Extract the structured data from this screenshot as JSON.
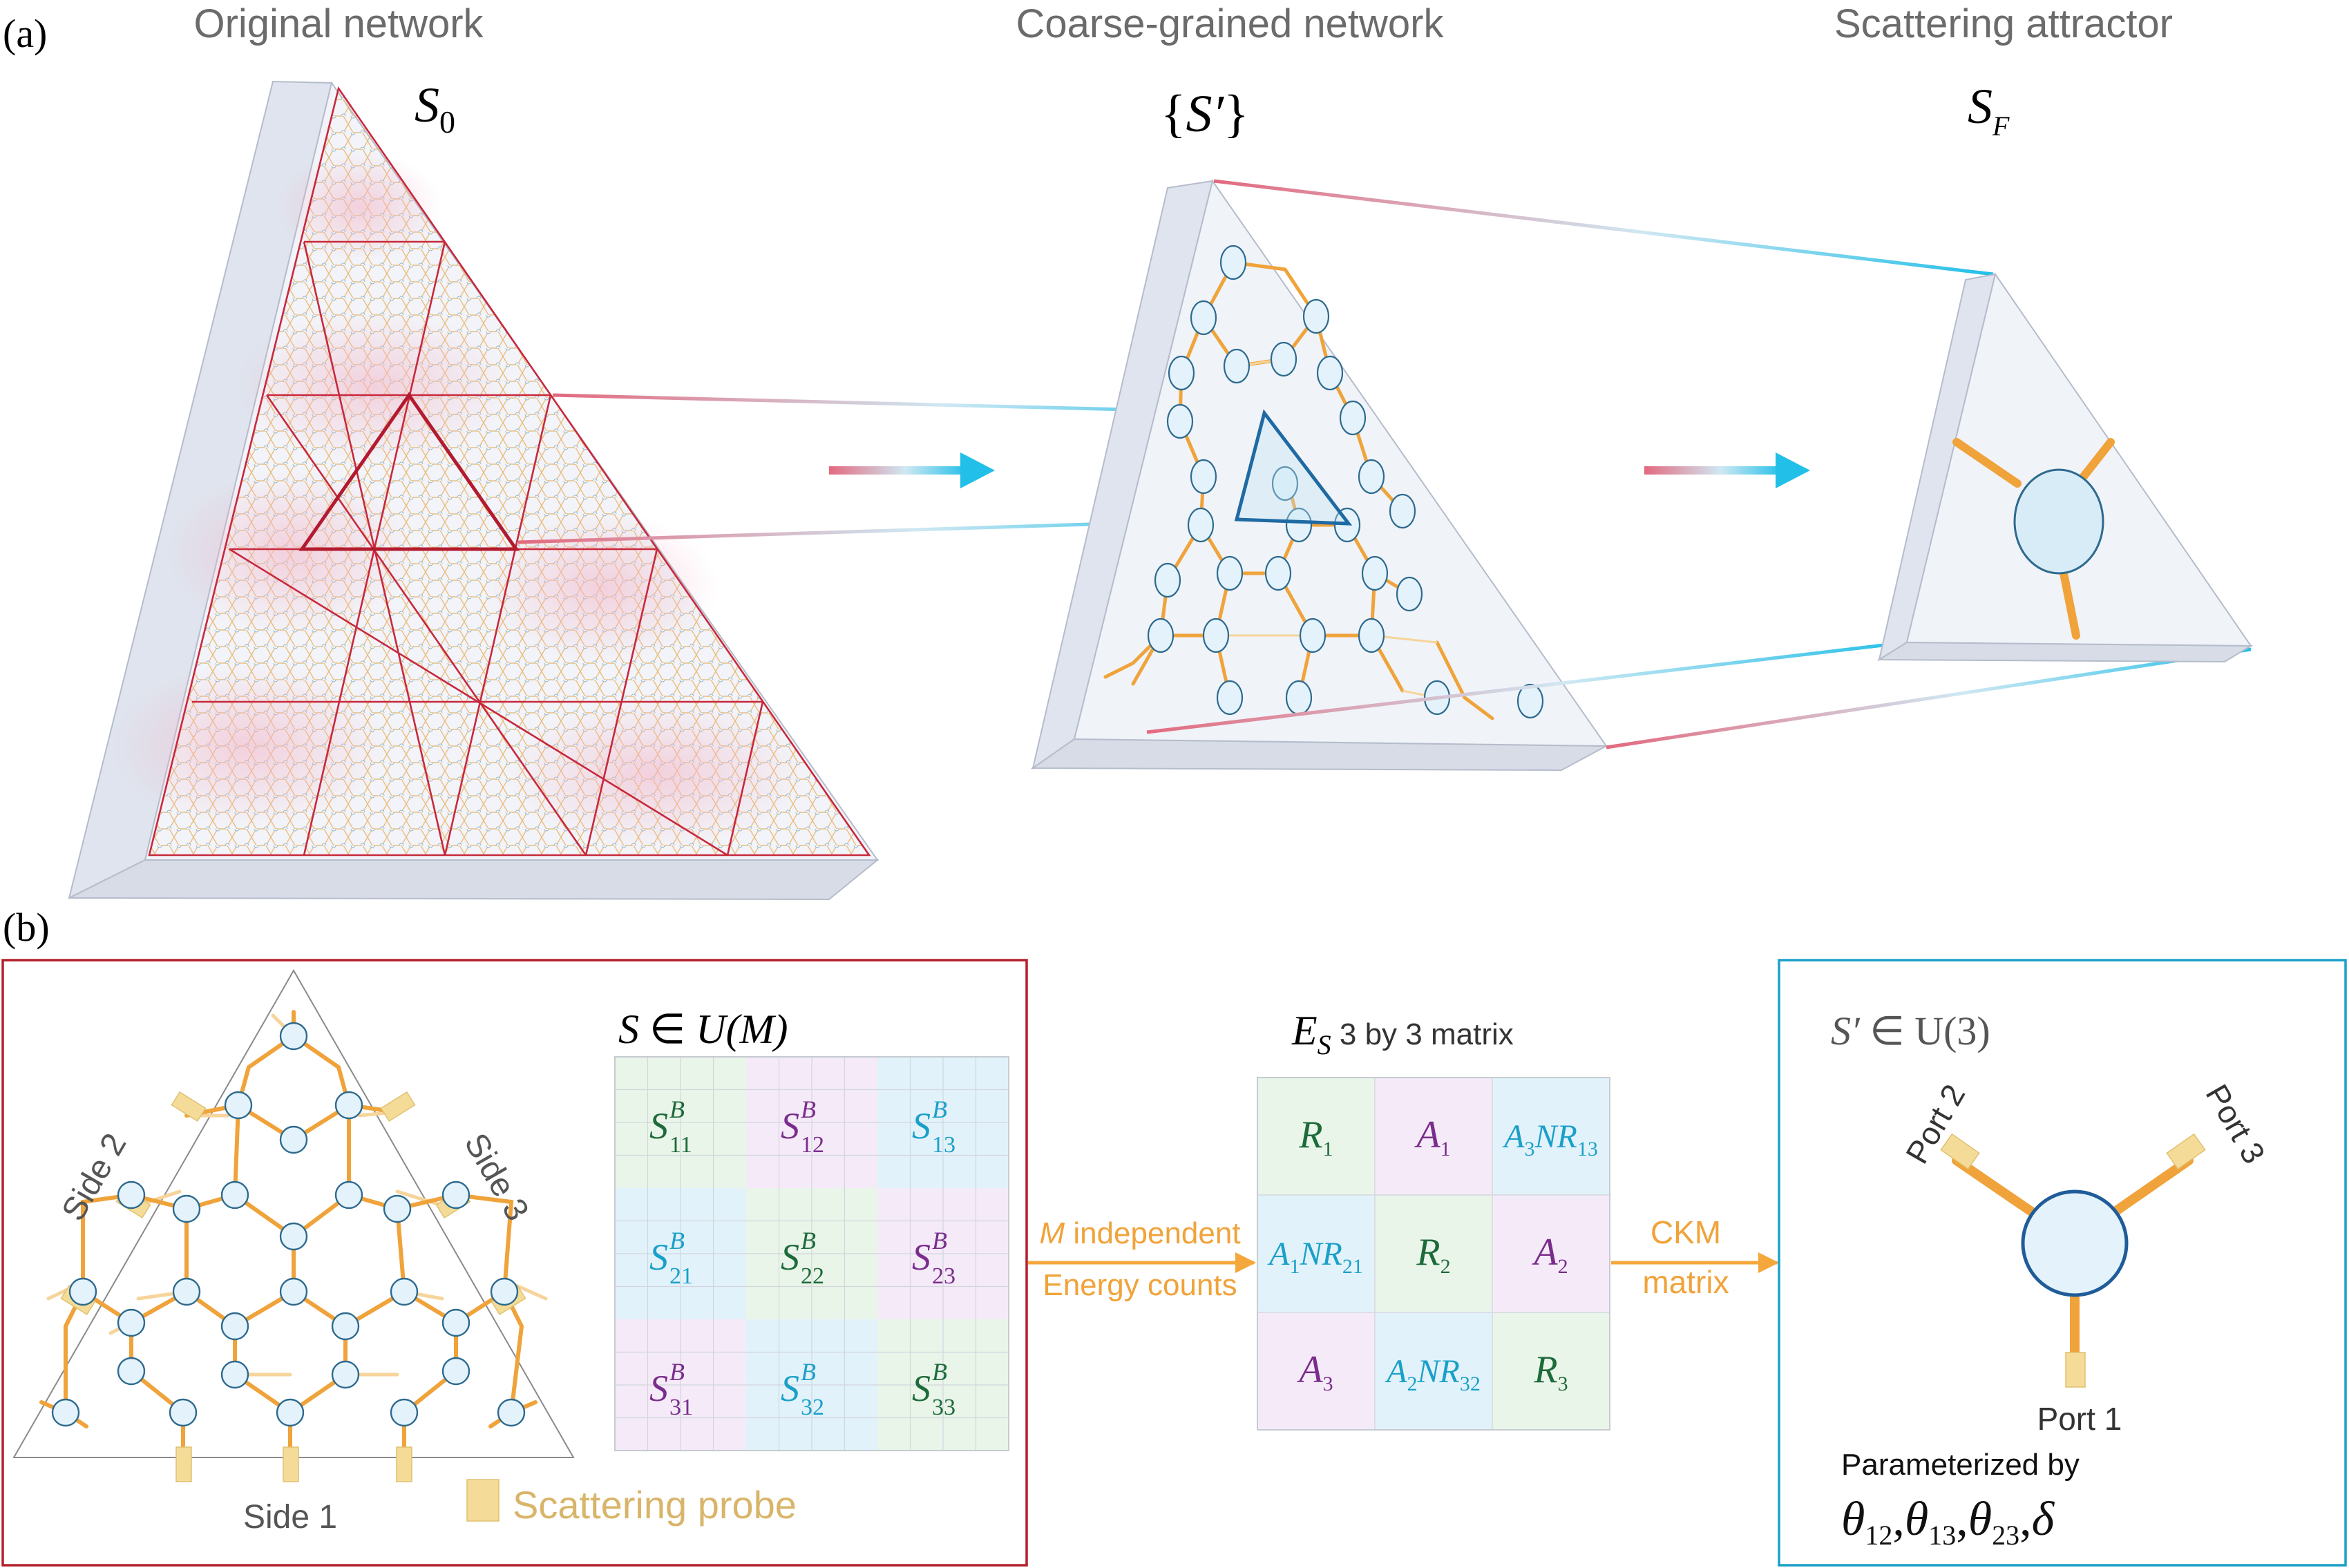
{
  "panel_a": {
    "label": "(a)",
    "titles": [
      "Original network",
      "Coarse-grained network",
      "Scattering attractor"
    ],
    "s0": {
      "main": "S",
      "sub": "0"
    },
    "s_prime": {
      "open": "{",
      "main": "S′",
      "close": "}"
    },
    "sf": {
      "main": "S",
      "sub": "F"
    }
  },
  "panel_b": {
    "label": "(b)",
    "sides": [
      "Side 1",
      "Side 2",
      "Side 3"
    ],
    "probe_label": "Scattering probe",
    "s_matrix_title": {
      "lhs": "S",
      "rel": " ∈ ",
      "rhs": "U(M)"
    },
    "s_blocks": [
      {
        "sup": "B",
        "sub": "11",
        "color": "#1d6b3a"
      },
      {
        "sup": "B",
        "sub": "12",
        "color": "#7a2d8c"
      },
      {
        "sup": "B",
        "sub": "13",
        "color": "#1aa0c8"
      },
      {
        "sup": "B",
        "sub": "21",
        "color": "#1aa0c8"
      },
      {
        "sup": "B",
        "sub": "22",
        "color": "#1d6b3a"
      },
      {
        "sup": "B",
        "sub": "23",
        "color": "#7a2d8c"
      },
      {
        "sup": "B",
        "sub": "31",
        "color": "#7a2d8c"
      },
      {
        "sup": "B",
        "sub": "32",
        "color": "#1aa0c8"
      },
      {
        "sup": "B",
        "sub": "33",
        "color": "#1d6b3a"
      }
    ],
    "arrow1": {
      "line1_italic": "M",
      "line1_rest": " independent",
      "line2": "Energy counts"
    },
    "es_title": {
      "main": "E",
      "sub": "S",
      "rest": " 3 by 3 matrix"
    },
    "es_cells": [
      {
        "a": "R",
        "as": "1",
        "b": "",
        "bs": "",
        "color": "#1d6b3a"
      },
      {
        "a": "A",
        "as": "1",
        "b": "",
        "bs": "",
        "color": "#7a2d8c"
      },
      {
        "a": "A",
        "as": "3",
        "b": "NR",
        "bs": "13",
        "color": "#1aa0c8"
      },
      {
        "a": "A",
        "as": "1",
        "b": "NR",
        "bs": "21",
        "color": "#1aa0c8"
      },
      {
        "a": "R",
        "as": "2",
        "b": "",
        "bs": "",
        "color": "#1d6b3a"
      },
      {
        "a": "A",
        "as": "2",
        "b": "",
        "bs": "",
        "color": "#7a2d8c"
      },
      {
        "a": "A",
        "as": "3",
        "b": "",
        "bs": "",
        "color": "#7a2d8c"
      },
      {
        "a": "A",
        "as": "2",
        "b": "NR",
        "bs": "32",
        "color": "#1aa0c8"
      },
      {
        "a": "R",
        "as": "3",
        "b": "",
        "bs": "",
        "color": "#1d6b3a"
      }
    ],
    "arrow2": {
      "line1": "CKM",
      "line2": "matrix"
    },
    "s3_title": {
      "lhs": "S′",
      "rel": " ∈ ",
      "rhs": "U(3)"
    },
    "ports": [
      "Port 1",
      "Port 2",
      "Port 3"
    ],
    "param_label": "Parameterized by",
    "params": [
      {
        "sym": "θ",
        "sub": "12"
      },
      {
        "sym": "θ",
        "sub": "13"
      },
      {
        "sym": "θ",
        "sub": "23"
      },
      {
        "sym": "δ",
        "sub": ""
      }
    ]
  },
  "colors": {
    "orange": "#f0a33a",
    "orange_light": "#f6d49a",
    "node_fill": "#e4f3fb",
    "node_stroke": "#2e6a8e",
    "red_frame": "#b3202c",
    "blue_frame": "#1aa0c8",
    "probe": "#f4dc98",
    "title_grey": "#6b6b6b",
    "probe_text": "#d8b56a",
    "arrow_orange": "#f4a73b"
  }
}
